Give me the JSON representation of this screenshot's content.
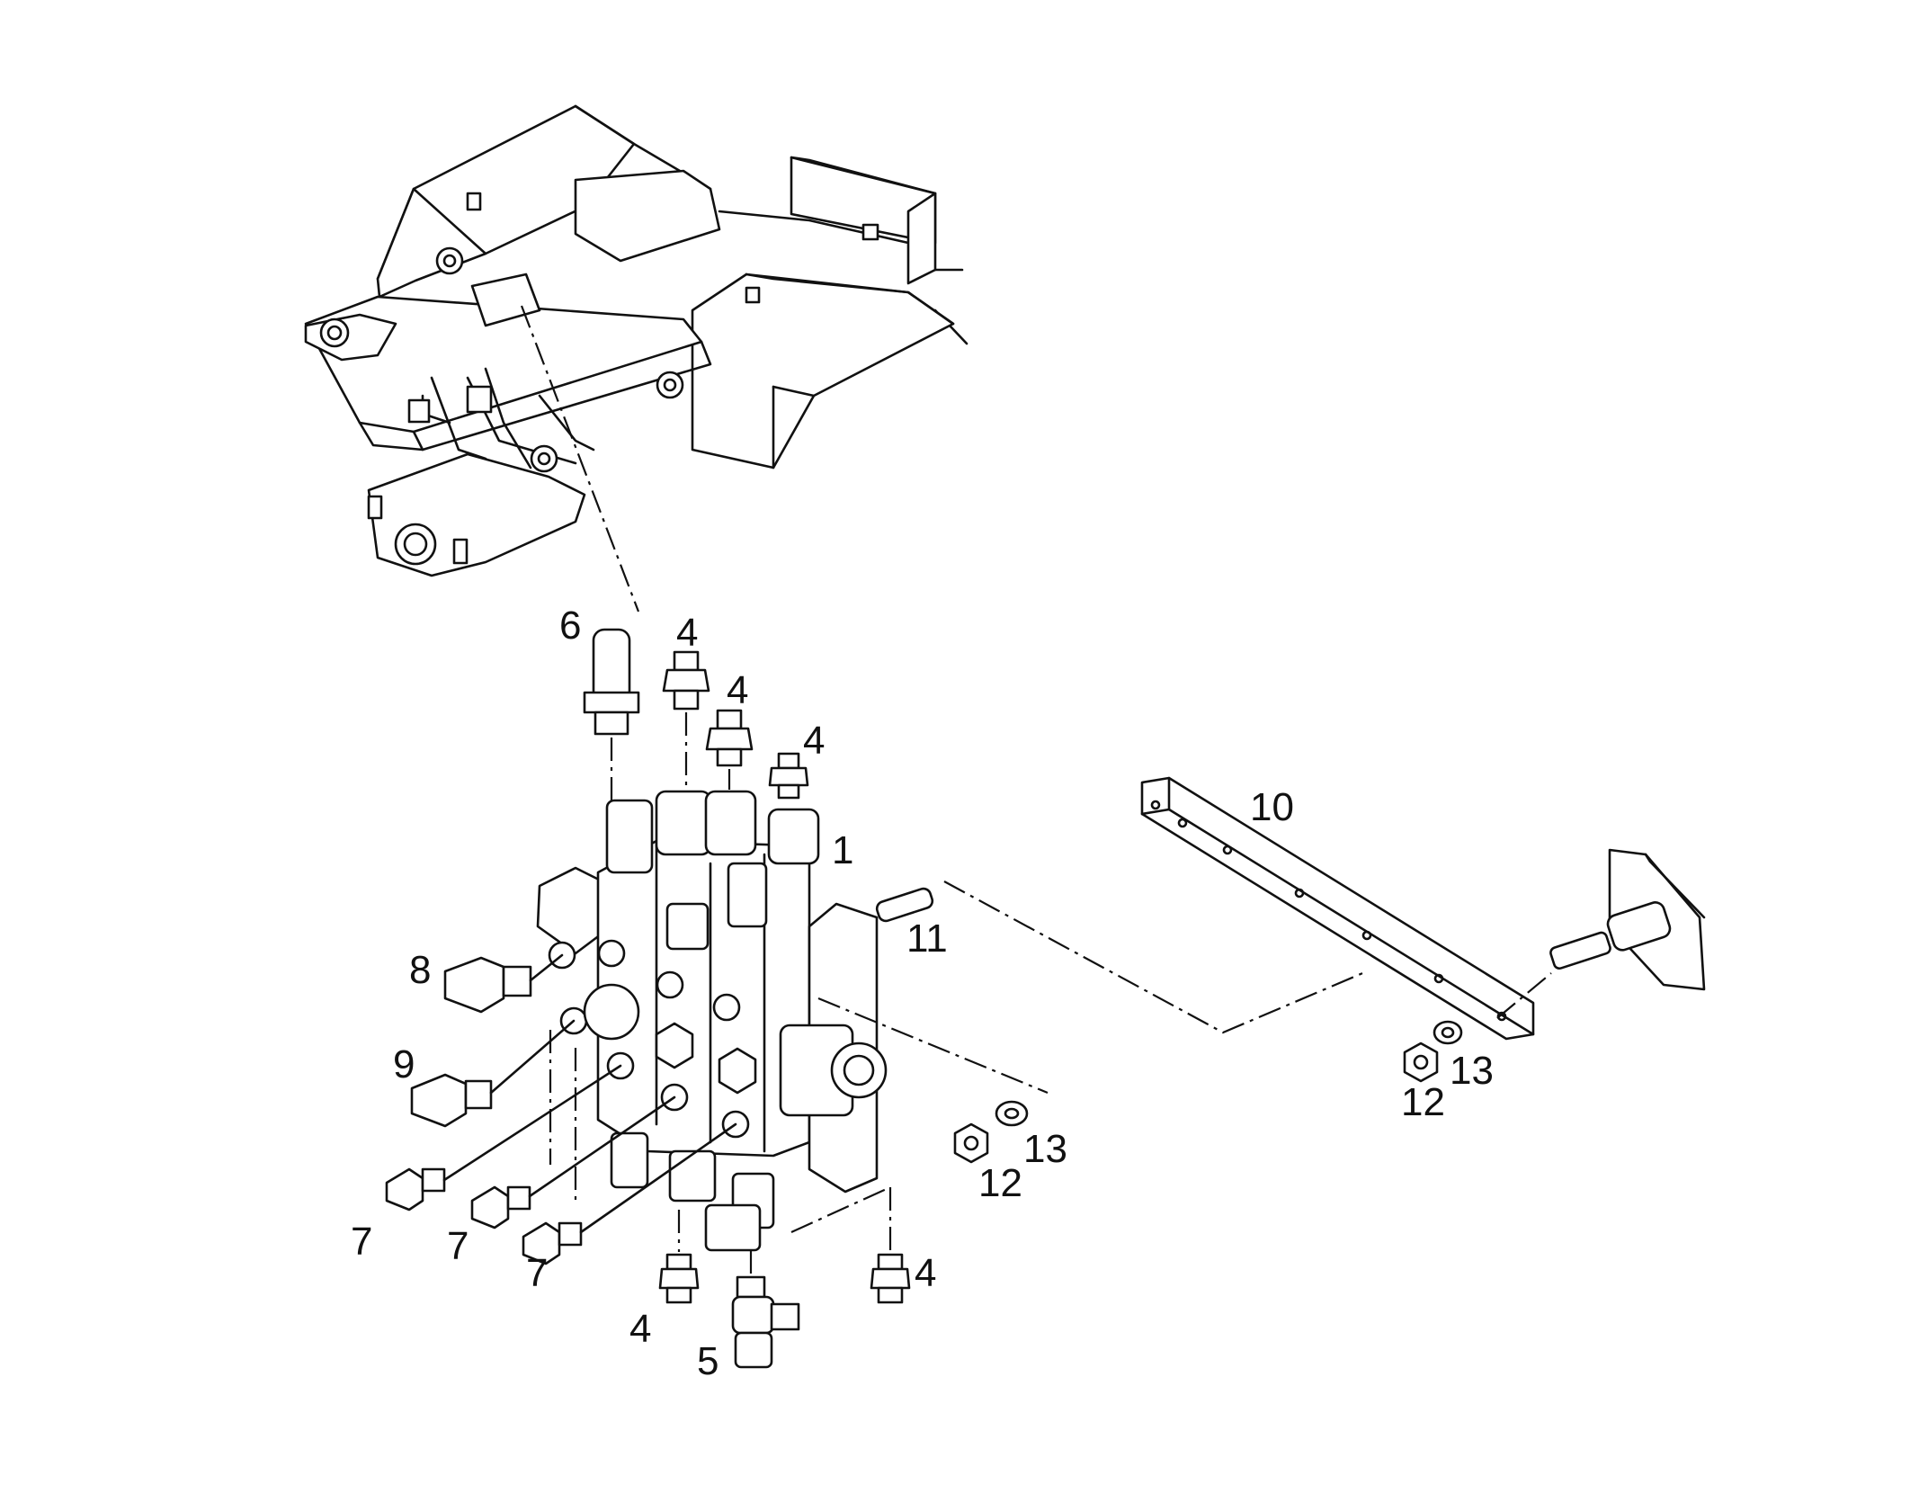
{
  "diagram": {
    "callouts": [
      {
        "id": "c1",
        "text": "1"
      },
      {
        "id": "c4a",
        "text": "4"
      },
      {
        "id": "c4b",
        "text": "4"
      },
      {
        "id": "c4c",
        "text": "4"
      },
      {
        "id": "c4d",
        "text": "4"
      },
      {
        "id": "c4e",
        "text": "4"
      },
      {
        "id": "c5",
        "text": "5"
      },
      {
        "id": "c6",
        "text": "6"
      },
      {
        "id": "c7a",
        "text": "7"
      },
      {
        "id": "c7b",
        "text": "7"
      },
      {
        "id": "c7c",
        "text": "7"
      },
      {
        "id": "c8",
        "text": "8"
      },
      {
        "id": "c9",
        "text": "9"
      },
      {
        "id": "c10",
        "text": "10"
      },
      {
        "id": "c11",
        "text": "11"
      },
      {
        "id": "c12a",
        "text": "12"
      },
      {
        "id": "c12b",
        "text": "12"
      },
      {
        "id": "c13a",
        "text": "13"
      },
      {
        "id": "c13b",
        "text": "13"
      }
    ]
  }
}
